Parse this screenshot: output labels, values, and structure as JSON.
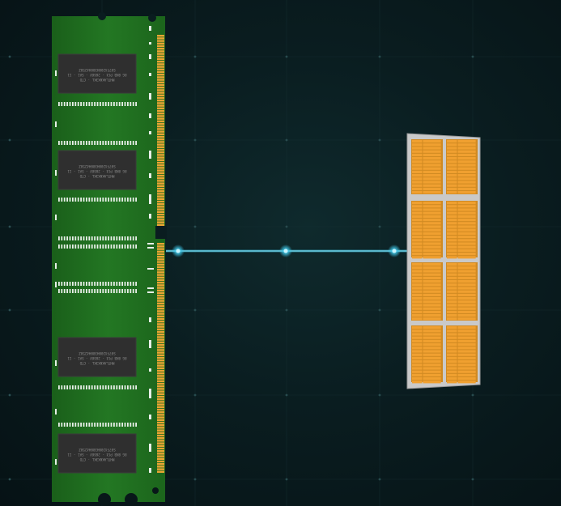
{
  "colors": {
    "background": "#0b1f22",
    "pcb": "#1e6b1e",
    "pcb_edge": "#154f15",
    "gold_contact": "#e9a533",
    "chip": "#2f2f2f",
    "silkscreen": "#e8efe8",
    "link_line": "#3ec7e8",
    "die_frame": "#b9b9b9",
    "die_cell": "#f0a030"
  },
  "chip_labels": {
    "line1": "MHTLAKKK3KL · CTD",
    "line2": "8G 8KB PC4 - 2666V - SA1 - 11",
    "line3": "S07F4200H380H4258Z"
  },
  "icons": [
    "ram-module-icon",
    "memory-die-icon",
    "connection-line-icon"
  ]
}
